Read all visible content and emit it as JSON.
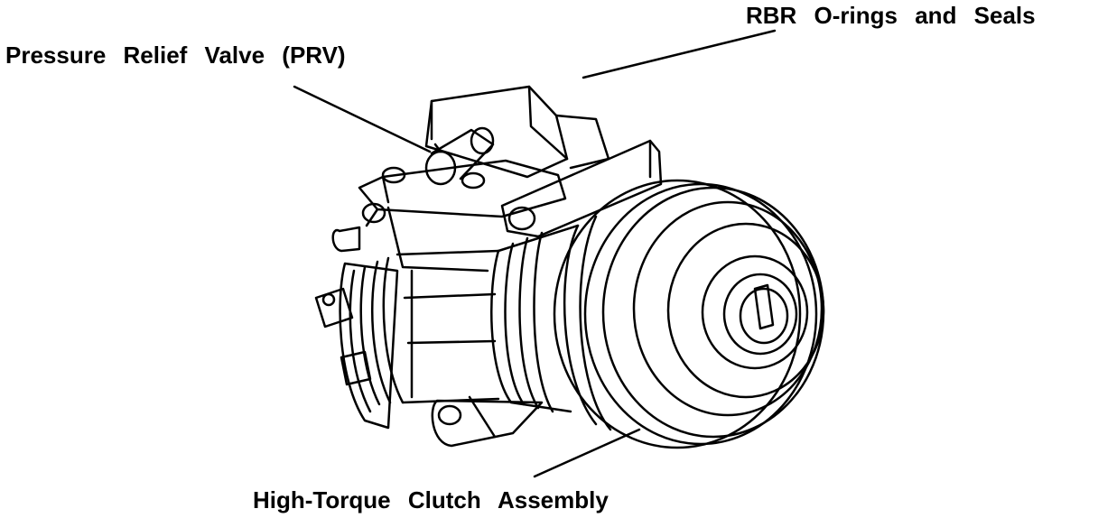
{
  "labels": {
    "prv": "Pressure Relief Valve (PRV)",
    "rbr": "RBR O-rings and Seals",
    "clutch": "High-Torque Clutch Assembly"
  },
  "colors": {
    "ink": "#000000",
    "paper": "#ffffff"
  },
  "icons": {
    "illustration": "ac-compressor-line-drawing"
  }
}
